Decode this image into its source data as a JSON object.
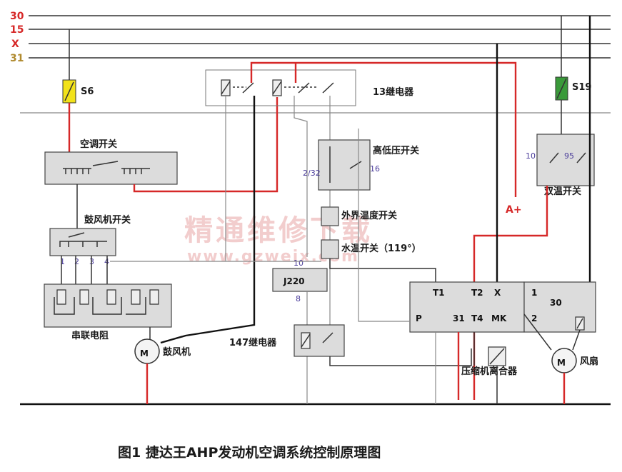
{
  "bus_lines": [
    {
      "label": "30",
      "color": "#d62828"
    },
    {
      "label": "15",
      "color": "#d62828"
    },
    {
      "label": "X",
      "color": "#d62828"
    },
    {
      "label": "31",
      "color": "#b08a2e"
    }
  ],
  "fuses": {
    "s6": "S6",
    "s19": "S19"
  },
  "components": {
    "ac_switch": "空调开关",
    "relay13": "13继电器",
    "hilo_switch": "高低压开关",
    "hilo_pin_left": "2/32",
    "hilo_pin_right": "16",
    "dual_temp_switch": "双温开关",
    "dual_temp_pin_left": "10",
    "dual_temp_pin_right": "95",
    "a_plus": "A+",
    "blower_switch": "鼓风机开关",
    "blower_pins": [
      "1",
      "2",
      "3",
      "4"
    ],
    "outside_temp_switch": "外界温度开关",
    "coolant_temp_switch": "水温开关（119°）",
    "j220": "J220",
    "j220_pin_top": "10",
    "j220_pin_bottom": "8",
    "series_resistor": "串联电阻",
    "blower_motor_symbol": "M",
    "blower_motor": "鼓风机",
    "relay147": "147继电器",
    "module_pins": {
      "t1": "T1",
      "t2": "T2",
      "x": "X",
      "p": "P",
      "p31": "31",
      "t4": "T4",
      "mk": "MK"
    },
    "fan_relay_pins": {
      "p1": "1",
      "p30": "30",
      "p2": "2"
    },
    "compressor_clutch": "压缩机离合器",
    "fan_motor_symbol": "M",
    "fan": "风扇"
  },
  "watermark": {
    "text": "精通维修下载",
    "url": "www.gzweix.com"
  },
  "caption": "图1 捷达王AHP发动机空调系统控制原理图"
}
